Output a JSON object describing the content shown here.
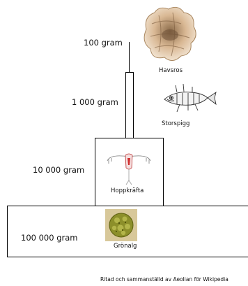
{
  "levels": [
    {
      "amount": "100 gram",
      "organism": "Havsros",
      "icon": "sea-anemone-icon"
    },
    {
      "amount": "1 000 gram",
      "organism": "Storspigg",
      "icon": "stickleback-fish-icon"
    },
    {
      "amount": "10 000 gram",
      "organism": "Hoppkräfta",
      "icon": "copepod-icon"
    },
    {
      "amount": "100 000 gram",
      "organism": "Grönalg",
      "icon": "green-algae-icon"
    }
  ],
  "credit": "Ritad och sammanställd av Aeolian för Wikipedia",
  "colors": {
    "anemone": "#d9b894",
    "algae": "#8c8f2a",
    "algae_bg": "#d8c89a",
    "copepod_accent": "#d03030"
  }
}
